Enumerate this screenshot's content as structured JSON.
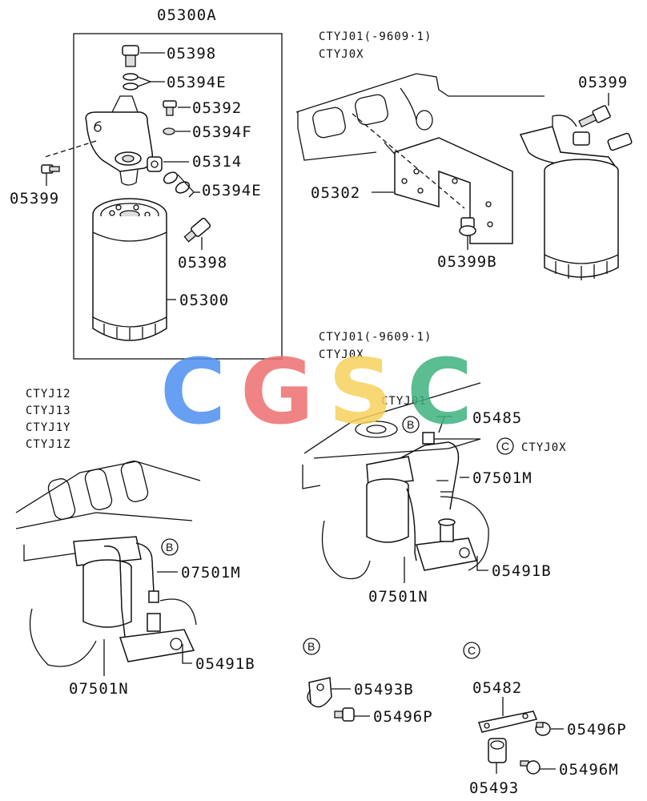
{
  "watermark": {
    "letters": [
      "C",
      "G",
      "S",
      "C"
    ],
    "colors": [
      "#4d8ff2",
      "#ee6f6f",
      "#f6d25c",
      "#3fb27f"
    ]
  },
  "assembly": {
    "label": "05300A"
  },
  "model_codes": {
    "top_right_1": "CTYJ01(-9609·1)",
    "top_right_2": "CTYJ0X",
    "mid_1": "CTYJ01(-9609·1)",
    "mid_2": "CTYJ0X",
    "left_1": "CTYJ12",
    "left_2": "CTYJ13",
    "left_3": "CTYJ1Y",
    "left_4": "CTYJ1Z",
    "mid_c": "CTYJ01",
    "c_note": "CTYJ0X"
  },
  "markers": {
    "b": "B",
    "c": "C"
  },
  "parts": {
    "p05398_top": "05398",
    "p05394e_top": "05394E",
    "p05392": "05392",
    "p05394f": "05394F",
    "p05314": "05314",
    "p05399_left": "05399",
    "p05394e_bot": "05394E",
    "p05398_bot": "05398",
    "p05300": "05300",
    "p05399_right": "05399",
    "p05302": "05302",
    "p05399b": "05399B",
    "p05485": "05485",
    "p07501m_mid": "07501M",
    "p05491b_mid": "05491B",
    "p07501n_mid": "07501N",
    "p07501m_left": "07501M",
    "p05491b_left": "05491B",
    "p07501n_left": "07501N",
    "p05493b": "05493B",
    "p05496p_b": "05496P",
    "p05482": "05482",
    "p05496p_c": "05496P",
    "p05493": "05493",
    "p05496m": "05496M"
  }
}
